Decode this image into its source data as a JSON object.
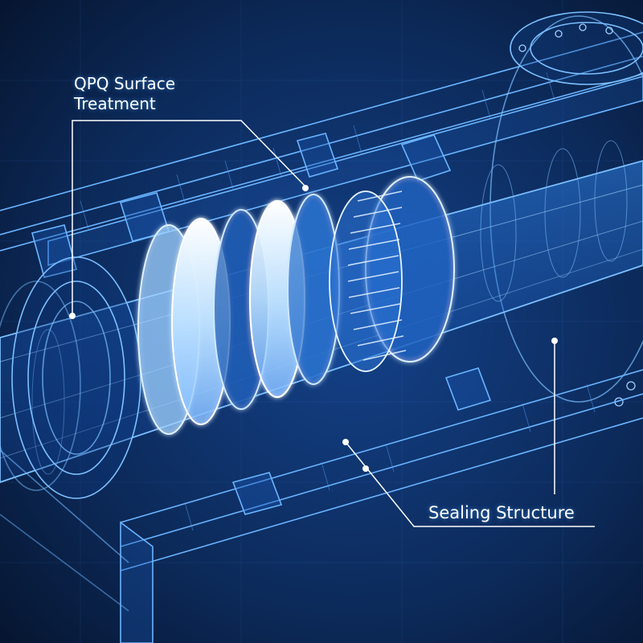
{
  "callouts": {
    "surface_treatment": {
      "line1": "QPQ Surface",
      "line2": "Treatment"
    },
    "sealing_structure": {
      "text": "Sealing Structure"
    }
  },
  "colors": {
    "background": "#0a2246",
    "wire": "#5aa8ff",
    "glow": "#eaf6ff",
    "label": "#ffffff"
  },
  "icons": {
    "callout_marker": "dot-marker"
  }
}
